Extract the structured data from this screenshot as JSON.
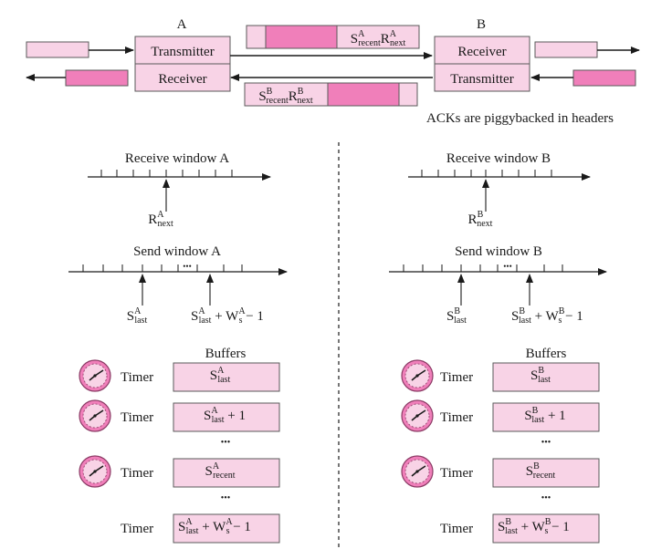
{
  "top": {
    "label_a": "A",
    "label_b": "B",
    "a_transmitter": "Transmitter",
    "a_receiver": "Receiver",
    "b_receiver": "Receiver",
    "b_transmitter": "Transmitter",
    "frame_ab_s": "S",
    "frame_ab_s_sup": "A",
    "frame_ab_s_sub": "recent",
    "frame_ab_r": "R",
    "frame_ab_r_sup": "A",
    "frame_ab_r_sub": "next",
    "frame_ba_s": "S",
    "frame_ba_s_sup": "B",
    "frame_ba_s_sub": "recent",
    "frame_ba_r": "R",
    "frame_ba_r_sup": "B",
    "frame_ba_r_sub": "next",
    "ack_note": "ACKs are piggybacked in headers"
  },
  "side_a": {
    "receive_title": "Receive window A",
    "rnext_main": "R",
    "rnext_sup": "A",
    "rnext_sub": "next",
    "send_title": "Send window A",
    "dots": "•••",
    "slast_main": "S",
    "slast_sup": "A",
    "slast_sub": "last",
    "send_end_s": "S",
    "send_end_s_sup": "A",
    "send_end_s_sub": "last",
    "send_end_plus": " + W",
    "send_end_w_sup": "A",
    "send_end_w_sub": "s",
    "send_end_minus": " − 1",
    "buffers_title": "Buffers",
    "timer_label": "Timer",
    "buf1_main": "S",
    "buf1_sup": "A",
    "buf1_sub": "last",
    "buf2_main": "S",
    "buf2_sup": "A",
    "buf2_sub": "last",
    "buf2_tail": " + 1",
    "buf3_main": "S",
    "buf3_sup": "A",
    "buf3_sub": "recent",
    "buf4_main": "S",
    "buf4_sup": "A",
    "buf4_sub": "last",
    "buf4_plus": " + W",
    "buf4_w_sup": "A",
    "buf4_w_sub": "s",
    "buf4_minus": " − 1",
    "ellipsis": "•••"
  },
  "side_b": {
    "receive_title": "Receive window B",
    "rnext_main": "R",
    "rnext_sup": "B",
    "rnext_sub": "next",
    "send_title": "Send window B",
    "dots": "•••",
    "slast_main": "S",
    "slast_sup": "B",
    "slast_sub": "last",
    "send_end_s": "S",
    "send_end_s_sup": "B",
    "send_end_s_sub": "last",
    "send_end_plus": " + W",
    "send_end_w_sup": "B",
    "send_end_w_sub": "s",
    "send_end_minus": " − 1",
    "buffers_title": "Buffers",
    "timer_label": "Timer",
    "buf1_main": "S",
    "buf1_sup": "B",
    "buf1_sub": "last",
    "buf2_main": "S",
    "buf2_sup": "B",
    "buf2_sub": "last",
    "buf2_tail": " + 1",
    "buf3_main": "S",
    "buf3_sup": "B",
    "buf3_sub": "recent",
    "buf4_main": "S",
    "buf4_sup": "B",
    "buf4_sub": "last",
    "buf4_plus": " + W",
    "buf4_w_sup": "B",
    "buf4_w_sub": "s",
    "buf4_minus": " − 1",
    "ellipsis": "•••"
  },
  "colors": {
    "light_pink": "#f8d3e6",
    "dark_pink": "#f07fba",
    "border": "#5a5a5a",
    "line": "#1a1a1a"
  }
}
